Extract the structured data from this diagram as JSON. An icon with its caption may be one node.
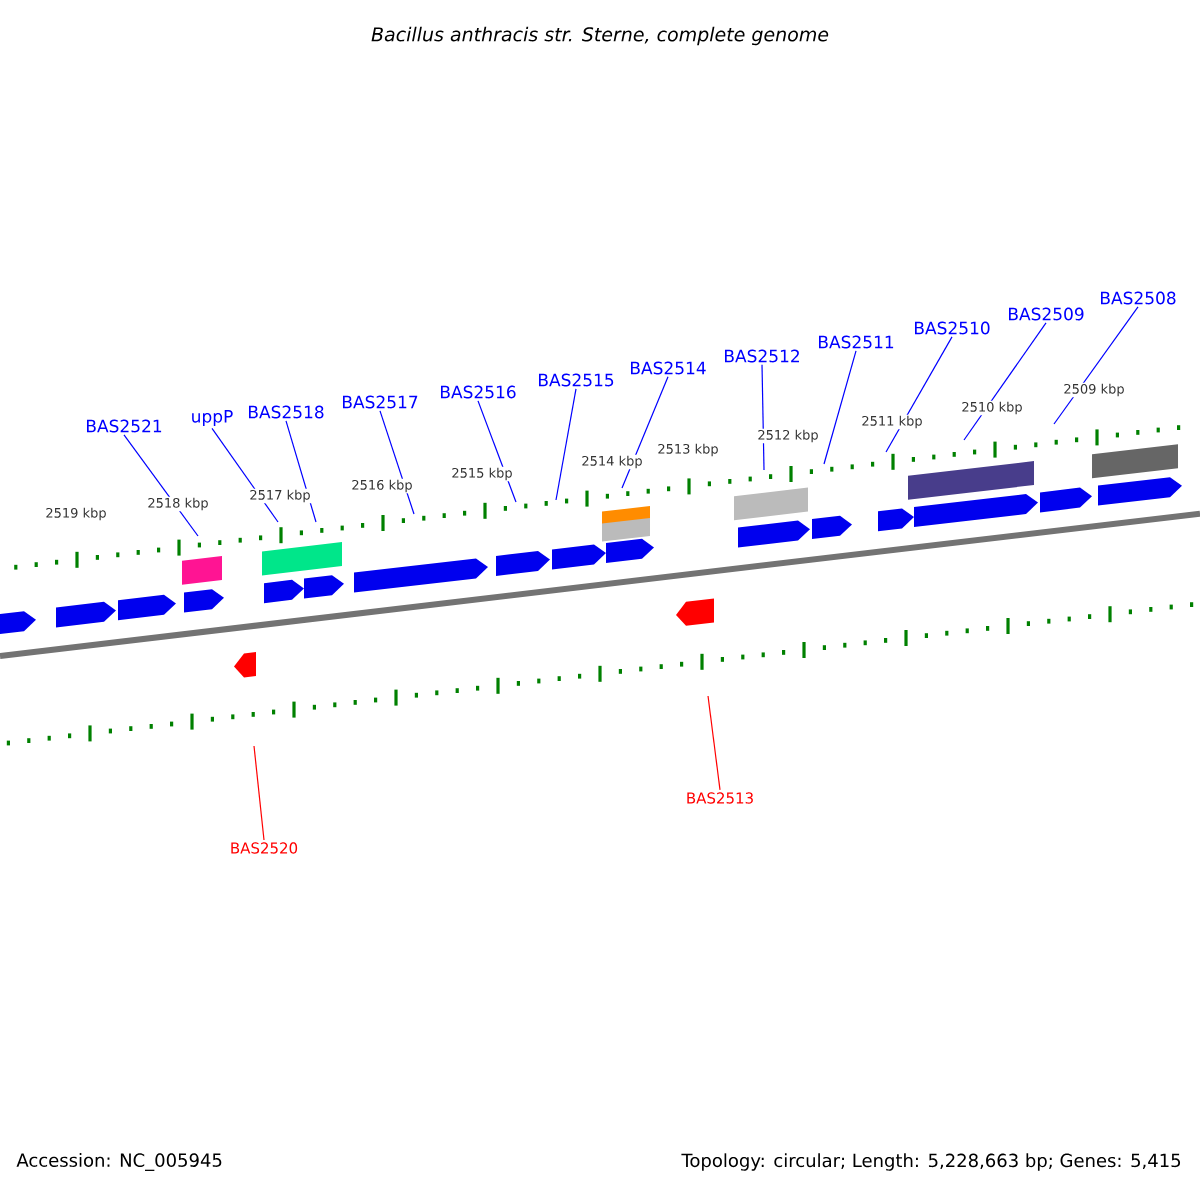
{
  "diagram": {
    "title": "Bacillus anthracis str. Sterne, complete genome",
    "nodes": [
      {
        "text": [
          "BAS2521"
        ]
      },
      {
        "text": [
          "uppP"
        ]
      },
      {
        "text": [
          "BAS2518"
        ]
      },
      {
        "text": [
          "BAS2517"
        ]
      },
      {
        "text": [
          "BAS2516"
        ]
      },
      {
        "text": [
          "BAS2515"
        ]
      },
      {
        "text": [
          "BAS2514"
        ]
      },
      {
        "text": [
          "BAS2512"
        ]
      },
      {
        "text": [
          "BAS2511"
        ]
      },
      {
        "text": [
          "BAS2510"
        ]
      },
      {
        "text": [
          "BAS2509"
        ]
      },
      {
        "text": [
          "BAS2508"
        ]
      },
      {
        "text": [
          "BAS2513"
        ]
      },
      {
        "text": [
          "BAS2520"
        ]
      }
    ],
    "edges": [
      {
        "from": 0,
        "to": null,
        "arrow": "none"
      },
      {
        "from": 1,
        "to": null,
        "arrow": "none"
      },
      {
        "from": 2,
        "to": null,
        "arrow": "none"
      },
      {
        "from": 3,
        "to": null,
        "arrow": "none"
      },
      {
        "from": 4,
        "to": null,
        "arrow": "none"
      },
      {
        "from": 5,
        "to": null,
        "arrow": "none"
      },
      {
        "from": 6,
        "to": null,
        "arrow": "none"
      },
      {
        "from": 7,
        "to": null,
        "arrow": "none"
      },
      {
        "from": 8,
        "to": null,
        "arrow": "none"
      },
      {
        "from": 9,
        "to": null,
        "arrow": "none"
      },
      {
        "from": 10,
        "to": null,
        "arrow": "none"
      },
      {
        "from": 11,
        "to": null,
        "arrow": "none"
      },
      {
        "from": 12,
        "to": null,
        "arrow": "none",
        "color": "#ff0000"
      },
      {
        "from": 13,
        "to": null,
        "arrow": "none",
        "color": "#ff0000"
      }
    ],
    "labels": [
      "2519 kbp",
      "2518 kbp",
      "2517 kbp",
      "2516 kbp",
      "2515 kbp",
      "2514 kbp",
      "2513 kbp",
      "2512 kbp",
      "2511 kbp",
      "2510 kbp",
      "2509 kbp",
      "Accession: NC_005945",
      "Topology: circular; Length: 5,228,663 bp; Genes: 5,415"
    ]
  }
}
